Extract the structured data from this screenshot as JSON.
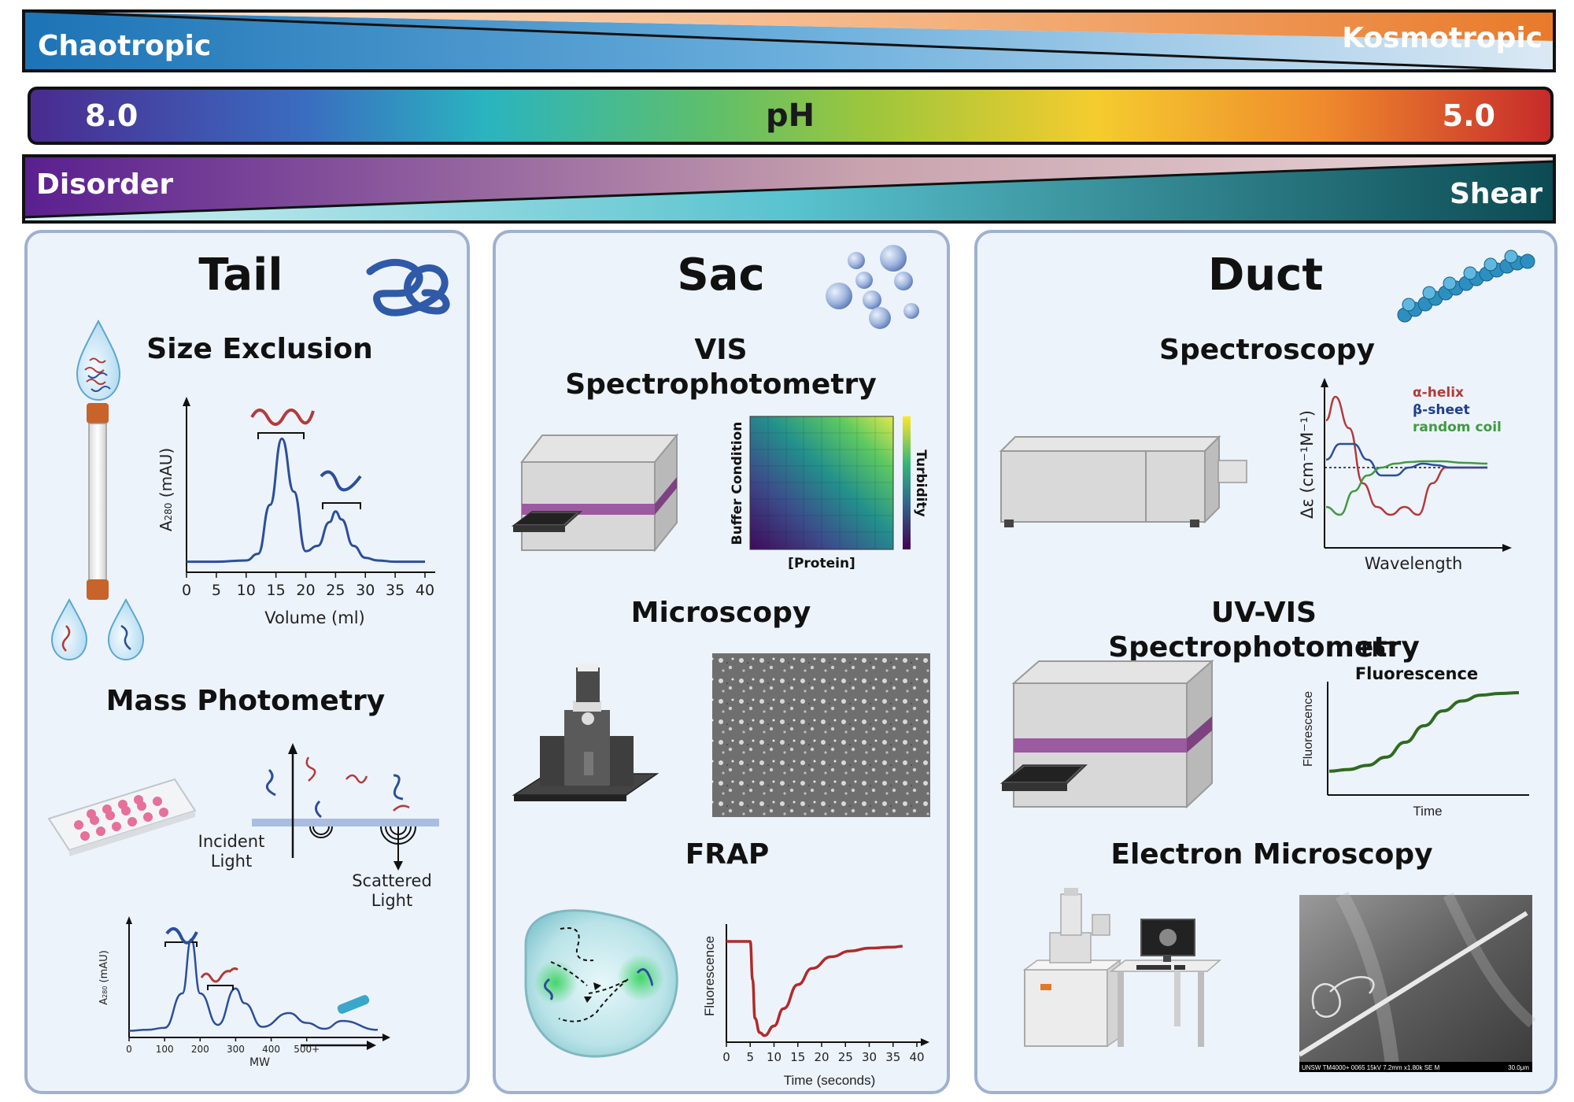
{
  "bands": {
    "salt": {
      "left": "Chaotropic",
      "right": "Kosmotropic"
    },
    "ph": {
      "left": "8.0",
      "center": "pH",
      "right": "5.0"
    },
    "disorder": {
      "left": "Disorder",
      "right": "Shear"
    }
  },
  "panels": {
    "tail": {
      "title": "Tail",
      "size_exclusion": {
        "title": "Size Exclusion",
        "ylabel_main": "A",
        "ylabel_sub": "280",
        "ylabel_unit": " (mAU)",
        "xlabel": "Volume (ml)",
        "xticks": [
          "0",
          "5",
          "10",
          "15",
          "20",
          "25",
          "30",
          "35",
          "40"
        ]
      },
      "mass_photometry": {
        "title": "Mass Photometry",
        "incident_1": "Incident",
        "incident_2": "Light",
        "scattered_1": "Scattered",
        "scattered_2": "Light",
        "ylabel_main": "A",
        "ylabel_sub": "280",
        "ylabel_unit": " (mAU)",
        "xlabel": "MW",
        "xticks": [
          "0",
          "100",
          "200",
          "300",
          "400",
          "500+"
        ]
      }
    },
    "sac": {
      "title": "Sac",
      "vis": {
        "title_1": "VIS",
        "title_2": "Spectrophotometry",
        "heatmap_ylabel": "Buffer Condition",
        "heatmap_xlabel": "[Protein]",
        "colorbar_label": "Turbidity"
      },
      "microscopy": {
        "title": "Microscopy"
      },
      "frap": {
        "title": "FRAP",
        "ylabel": "Fluorescence",
        "xlabel": "Time (seconds)",
        "xticks": [
          "0",
          "5",
          "10",
          "15",
          "20",
          "25",
          "30",
          "35",
          "40"
        ]
      }
    },
    "duct": {
      "title": "Duct",
      "spectroscopy": {
        "title": "Spectroscopy",
        "ylabel": "Δε (cm⁻¹M⁻¹)",
        "xlabel": "Wavelength",
        "legend": [
          "α-helix",
          "β-sheet",
          "random coil"
        ]
      },
      "uvvis": {
        "title_1": "UV-VIS",
        "title_2": "Spectrophotometry",
        "overlap_text": "ThT",
        "chart_title": "Fluorescence",
        "ylabel": "Fluorescence",
        "xlabel": "Time"
      },
      "em": {
        "title": "Electron Microscopy",
        "sem_caption": "UNSW TM4000+ 0065 15kV 7.2mm x1.80k SE M",
        "sem_scale": "30.0μm"
      }
    }
  },
  "colors": {
    "panel_bg": "#edf3fb",
    "panel_border": "#9fb0d0",
    "blue_curve": "#2b4f9a",
    "red_curve": "#b43a3a",
    "green_curve": "#3f9b3f",
    "dark_green": "#2e6b1f",
    "frap_red": "#b02a2a"
  },
  "chart_data": [
    {
      "type": "line",
      "title": "Size Exclusion",
      "xlabel": "Volume (ml)",
      "ylabel": "A280 (mAU)",
      "xlim": [
        0,
        40
      ],
      "series": [
        {
          "x": [
            0,
            5,
            10,
            12,
            14,
            16,
            18,
            20,
            22,
            24,
            25,
            26,
            28,
            30,
            32,
            35,
            40
          ],
          "y": [
            2,
            2,
            3,
            8,
            45,
            95,
            55,
            10,
            14,
            32,
            40,
            34,
            14,
            5,
            3,
            2,
            2
          ]
        }
      ]
    },
    {
      "type": "line",
      "title": "Mass Photometry",
      "xlabel": "MW",
      "ylabel": "A280 (mAU)",
      "categories": [
        "0",
        "100",
        "200",
        "300",
        "400",
        "500+"
      ],
      "series": [
        {
          "x": [
            0,
            50,
            100,
            150,
            175,
            200,
            250,
            300,
            325,
            375,
            450,
            500,
            550,
            600,
            700
          ],
          "y": [
            2,
            3,
            5,
            40,
            95,
            40,
            8,
            45,
            30,
            6,
            20,
            10,
            4,
            12,
            3
          ]
        }
      ]
    },
    {
      "type": "heatmap",
      "xlabel": "[Protein]",
      "ylabel": "Buffer Condition",
      "colorbar": "Turbidity"
    },
    {
      "type": "line",
      "title": "FRAP",
      "xlabel": "Time (seconds)",
      "ylabel": "Fluorescence",
      "xlim": [
        0,
        40
      ],
      "series": [
        {
          "x": [
            0,
            5,
            5.5,
            6,
            7,
            8,
            10,
            12,
            15,
            18,
            22,
            26,
            30,
            35,
            37
          ],
          "y": [
            100,
            100,
            60,
            20,
            5,
            2,
            12,
            30,
            55,
            72,
            84,
            90,
            93,
            94,
            95
          ]
        }
      ]
    },
    {
      "type": "line",
      "title": "",
      "xlabel": "Wavelength",
      "ylabel": "Δε (cm⁻¹M⁻¹)",
      "series": [
        {
          "name": "α-helix",
          "x": [
            0,
            2,
            5,
            8,
            11,
            14,
            17,
            20,
            23,
            26,
            29,
            32,
            35
          ],
          "y": [
            6,
            9,
            5,
            -2,
            -5,
            -6,
            -5,
            -6,
            -2,
            0,
            0,
            0,
            0
          ]
        },
        {
          "name": "β-sheet",
          "x": [
            0,
            3,
            6,
            9,
            12,
            15,
            18,
            21,
            24,
            27,
            30,
            35
          ],
          "y": [
            1,
            3,
            3,
            1,
            -1,
            -1,
            0,
            0.5,
            0.3,
            0,
            0,
            0
          ]
        },
        {
          "name": "random coil",
          "x": [
            0,
            3,
            6,
            9,
            12,
            15,
            18,
            21,
            25,
            30,
            35
          ],
          "y": [
            -5,
            -6,
            -3,
            -1,
            0,
            0.5,
            0.7,
            0.8,
            0.8,
            0.6,
            0.5
          ]
        }
      ]
    },
    {
      "type": "line",
      "title": "Fluorescence",
      "xlabel": "Time",
      "ylabel": "Fluorescence",
      "series": [
        {
          "x": [
            0,
            1,
            2,
            3,
            4,
            5,
            6,
            7,
            8,
            9,
            10
          ],
          "y": [
            5,
            7,
            12,
            22,
            40,
            60,
            78,
            90,
            97,
            99,
            100
          ]
        }
      ]
    }
  ]
}
